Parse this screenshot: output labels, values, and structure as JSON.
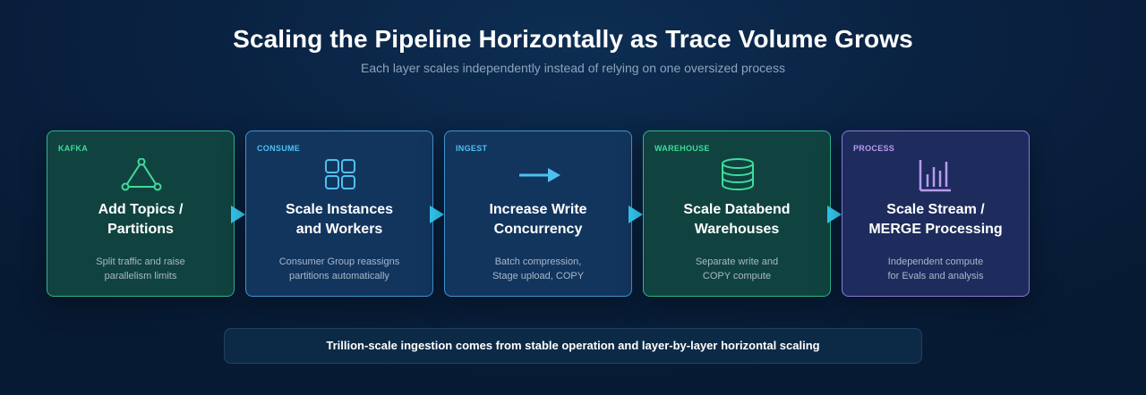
{
  "header": {
    "title": "Scaling the Pipeline Horizontally as Trace Volume Grows",
    "subtitle": "Each layer scales independently instead of relying on one oversized process"
  },
  "stages": [
    {
      "tag": "KAFKA",
      "title_line1": "Add Topics /",
      "title_line2": "Partitions",
      "desc_line1": "Split traffic and raise",
      "desc_line2": "parallelism limits",
      "icon": "triangle-nodes-icon",
      "accent": "#3fdc9c"
    },
    {
      "tag": "CONSUME",
      "title_line1": "Scale Instances",
      "title_line2": "and Workers",
      "desc_line1": "Consumer Group reassigns",
      "desc_line2": "partitions automatically",
      "icon": "grid-icon",
      "accent": "#4fc0ee"
    },
    {
      "tag": "INGEST",
      "title_line1": "Increase Write",
      "title_line2": "Concurrency",
      "desc_line1": "Batch compression,",
      "desc_line2": "Stage upload, COPY",
      "icon": "arrow-right-icon",
      "accent": "#4fc0ee"
    },
    {
      "tag": "WAREHOUSE",
      "title_line1": "Scale Databend",
      "title_line2": "Warehouses",
      "desc_line1": "Separate write and",
      "desc_line2": "COPY compute",
      "icon": "database-icon",
      "accent": "#3fdc9c"
    },
    {
      "tag": "PROCESS",
      "title_line1": "Scale Stream /",
      "title_line2": "MERGE Processing",
      "desc_line1": "Independent compute",
      "desc_line2": "for Evals and analysis",
      "icon": "bar-chart-icon",
      "accent": "#b79bf2"
    }
  ],
  "footer": {
    "text": "Trillion-scale ingestion comes from stable operation and layer-by-layer horizontal scaling"
  },
  "colors": {
    "connector_arrow": "#33c8f0",
    "green_border": "#2fb58a",
    "blue_border": "#3f95cf",
    "purple_border": "#8c79d8"
  }
}
